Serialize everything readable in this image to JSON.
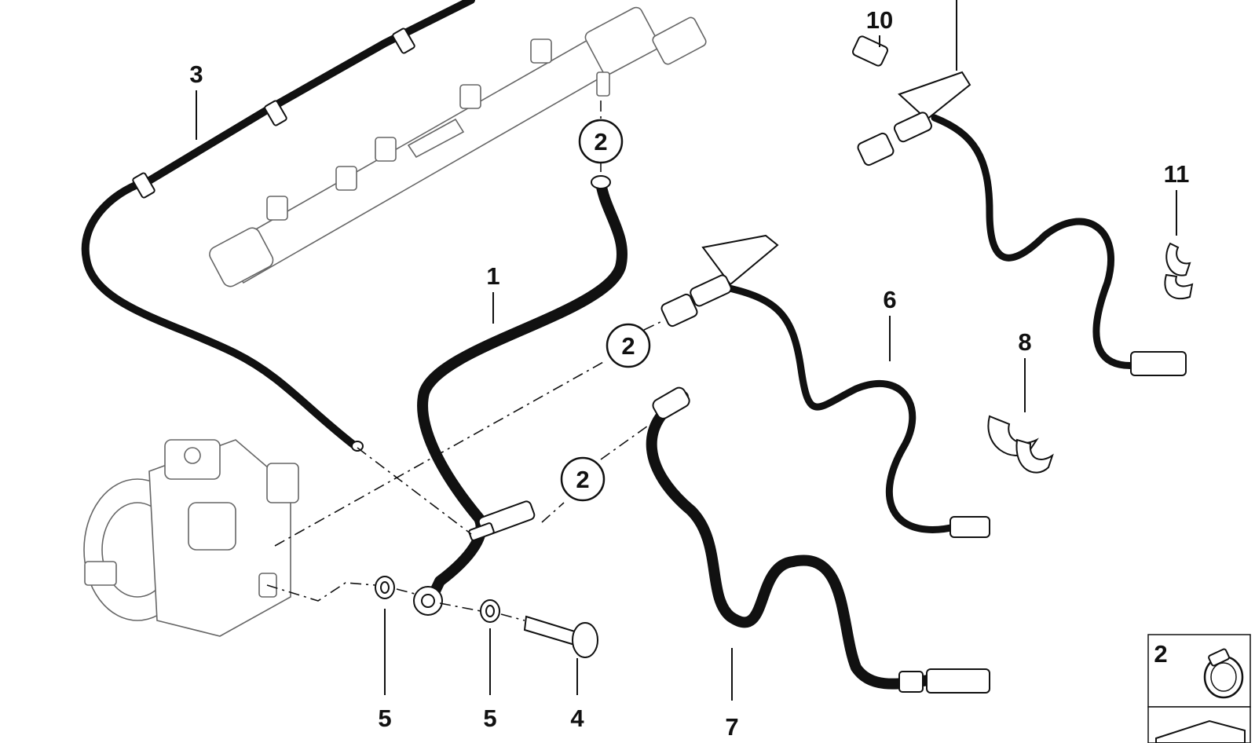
{
  "callouts": {
    "c1": "1",
    "c2a": "2",
    "c2b": "2",
    "c2c": "2",
    "c3": "3",
    "c4": "4",
    "c5a": "5",
    "c5b": "5",
    "c6": "6",
    "c7": "7",
    "c8": "8",
    "c10": "10",
    "c11": "11"
  },
  "legend": {
    "clamp_label": "2"
  },
  "colors": {
    "line": "#111111",
    "background": "#ffffff",
    "ghost": "#666666"
  }
}
